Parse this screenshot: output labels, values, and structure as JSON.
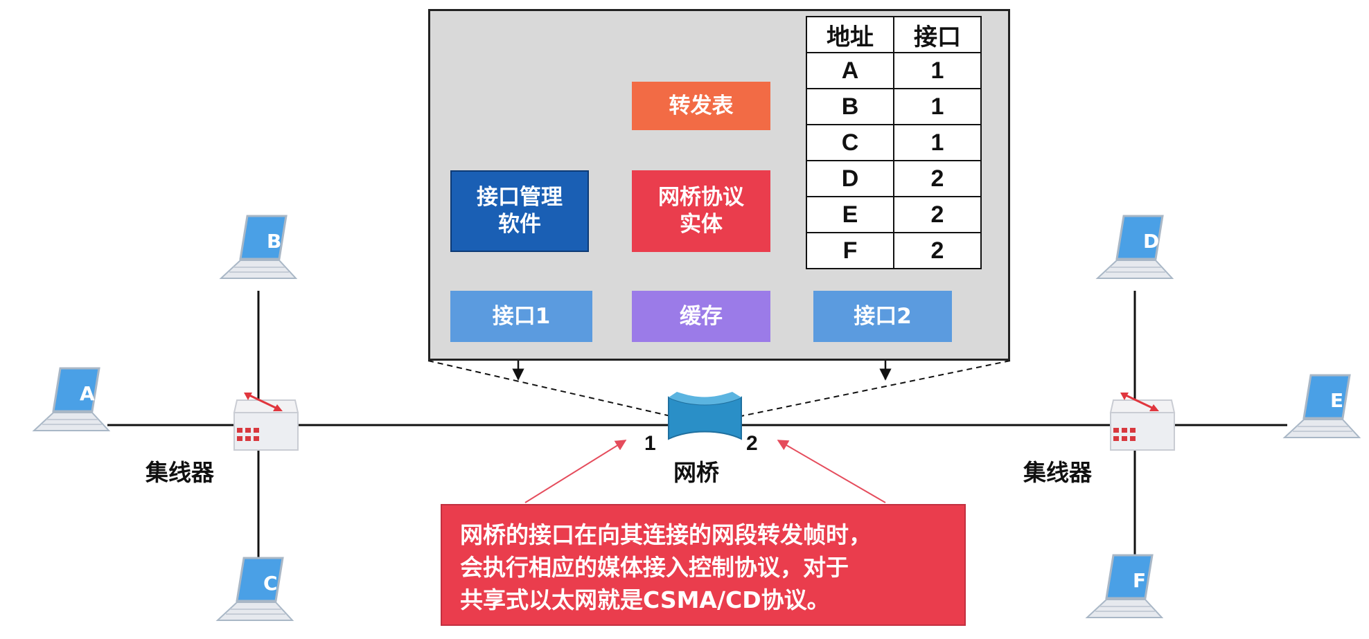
{
  "bridge_internals": {
    "forwarding_table_block": "转发表",
    "port_mgmt_line1": "接口管理",
    "port_mgmt_line2": "软件",
    "bridge_entity_line1": "网桥协议",
    "bridge_entity_line2": "实体",
    "port1": "接口1",
    "buffer": "缓存",
    "port2": "接口2"
  },
  "forwarding_table": {
    "headers": [
      "地址",
      "接口"
    ],
    "rows": [
      [
        "A",
        "1"
      ],
      [
        "B",
        "1"
      ],
      [
        "C",
        "1"
      ],
      [
        "D",
        "2"
      ],
      [
        "E",
        "2"
      ],
      [
        "F",
        "2"
      ]
    ]
  },
  "hosts": [
    "A",
    "B",
    "C",
    "D",
    "E",
    "F"
  ],
  "hub_left_label": "集线器",
  "hub_right_label": "集线器",
  "bridge_label": "网桥",
  "bridge_port1": "1",
  "bridge_port2": "2",
  "note_lines": [
    "网桥的接口在向其连接的网段转发帧时，",
    "会执行相应的媒体接入控制协议，对于",
    "共享式以太网就是CSMA/CD协议。"
  ],
  "colors": {
    "forwarding_block": "#f26b45",
    "port_mgmt_block": "#1a5fb4",
    "bridge_entity_block": "#ea3d4d",
    "port_block": "#5b9bdf",
    "buffer_block": "#9b7be8",
    "note_bg": "#ea3d4d",
    "laptop_screen": "#4aa0e6"
  }
}
